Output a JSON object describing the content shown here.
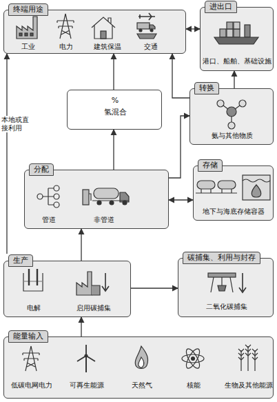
{
  "diagram": {
    "nodes": [
      {
        "text": [
          "终端用途",
          "工业",
          "电力",
          "建筑保温",
          "交通"
        ]
      },
      {
        "text": [
          "进出口",
          "港口、船舶、基础设施"
        ]
      },
      {
        "text": [
          "%",
          "氢混合"
        ]
      },
      {
        "text": [
          "转换",
          "氨与其他物质"
        ]
      },
      {
        "text": [
          "分配",
          "管道",
          "非管道"
        ]
      },
      {
        "text": [
          "存储",
          "地下与海底存储容器"
        ]
      },
      {
        "text": [
          "生产",
          "电解",
          "启用碳捕集"
        ]
      },
      {
        "text": [
          "碳捕集、利用与封存",
          "二氧化碳捕集"
        ]
      },
      {
        "text": [
          "能量输入",
          "低碳电网电力",
          "可再生能源",
          "天然气",
          "核能",
          "生物及其他能源"
        ]
      }
    ],
    "edges": [
      {
        "from": 8,
        "to": 6,
        "arrow": "to"
      },
      {
        "from": 6,
        "to": 4,
        "arrow": "to"
      },
      {
        "from": 6,
        "to": 7,
        "arrow": "to"
      },
      {
        "from": 6,
        "to": 0,
        "arrow": "to",
        "label": "本地或直接利用"
      },
      {
        "from": 4,
        "to": 2,
        "arrow": "to"
      },
      {
        "from": 2,
        "to": 0,
        "arrow": "to"
      },
      {
        "from": 4,
        "to": 5,
        "arrow": "both"
      },
      {
        "from": 4,
        "to": 3,
        "arrow": "to"
      },
      {
        "from": 3,
        "to": 0,
        "arrow": "to"
      },
      {
        "from": 0,
        "to": 1,
        "arrow": "both"
      },
      {
        "from": 3,
        "to": 1,
        "arrow": "to"
      }
    ]
  }
}
